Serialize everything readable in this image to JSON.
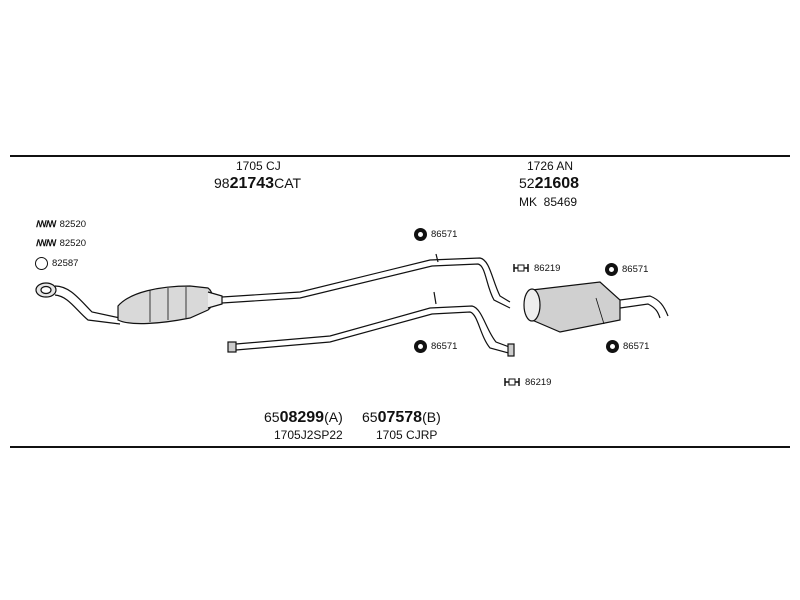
{
  "assemblies": {
    "front": {
      "code": "1705 CJ",
      "prefix": "98",
      "number": "21743",
      "suffix": "CAT"
    },
    "rear": {
      "code": "1726 AN",
      "prefix": "52",
      "number": "21608",
      "mk_label": "MK",
      "mk_number": "85469"
    },
    "mid_a": {
      "prefix": "65",
      "number": "08299",
      "suffix": "(A)",
      "code": "1705J2SP22"
    },
    "mid_b": {
      "prefix": "65",
      "number": "07578",
      "suffix": "(B)",
      "code": "1705 CJRP"
    }
  },
  "fittings": {
    "clamp_1": "82520",
    "clamp_2": "82520",
    "gasket": "82587",
    "ring_upper_mid": "86571",
    "ring_lower_mid": "86571",
    "ring_rear_top": "86571",
    "ring_rear_bottom": "86571",
    "hanger_top": "86219",
    "hanger_bottom": "86219"
  },
  "icons": [
    "clamp-icon",
    "gasket-icon",
    "rubber-ring-icon",
    "hanger-icon"
  ]
}
